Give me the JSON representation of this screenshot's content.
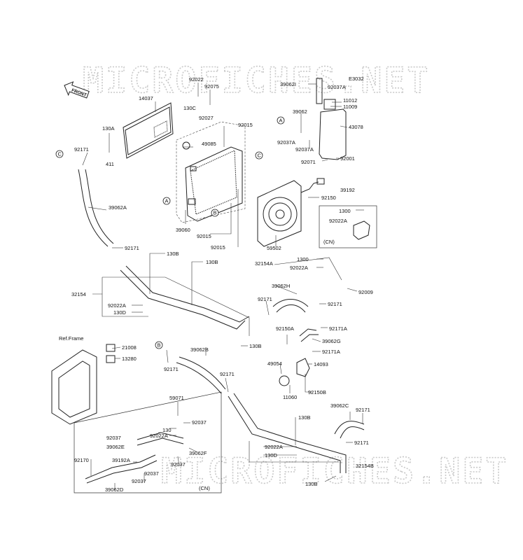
{
  "watermark": "MICROFICHES.NET",
  "front_label": "FRONT",
  "callouts": {
    "a": "A",
    "b": "B",
    "c": "C"
  },
  "ref_frame": "Ref.Frame",
  "cn_label": "(CN)",
  "labels": {
    "l14037": "14037",
    "l92022": "92022",
    "l92075": "92075",
    "l130c": "130C",
    "l92027": "92027",
    "l92015a": "92015",
    "l49085": "49085",
    "l130a": "130A",
    "l411": "411",
    "l92171a": "92171",
    "l39062a": "39062A",
    "l39060": "39060",
    "l92015b": "92015",
    "l92015c": "92015",
    "l59502": "59502",
    "l92150": "92150",
    "l39062": "39062",
    "l92037a_1": "92037A",
    "l92037a_2": "92037A",
    "l92071": "92071",
    "l92001": "92001",
    "l43078": "43078",
    "l11012": "11012",
    "l11009": "11009",
    "l39062i": "39062I",
    "l92037a_3": "92037A",
    "le3032": "E3032",
    "l39192": "39192",
    "l1300_a": "1300",
    "l92022a_a": "92022A",
    "l92171b": "92171",
    "l130b_a": "130B",
    "l130b_b": "130B",
    "l32154": "32154",
    "l92022a_b": "92022A",
    "l130d_a": "130D",
    "l32154a": "32154A",
    "l1300_b": "1300",
    "l92022a_c": "92022A",
    "l92009": "92009",
    "l39062h": "39062H",
    "l92171c": "92171",
    "l92171d": "92171",
    "l92171a_2": "92171A",
    "l92150a": "92150A",
    "l39062g": "39062G",
    "l92171a_3": "92171A",
    "l130b_c": "130B",
    "l49054": "49054",
    "l14093": "14093",
    "l11060": "11060",
    "l92150b": "92150B",
    "l21008": "21008",
    "l13280": "13280",
    "l39062b": "39062B",
    "l92171e": "92171",
    "l92171f": "92171",
    "l59071": "59071",
    "l92037_a": "92037",
    "l130_a": "130",
    "l92037_b": "92037",
    "l92022a_d": "92022A",
    "l39062e": "39062E",
    "l39062f": "39062F",
    "l92170": "92170",
    "l39192a": "39192A",
    "l92037_c": "92037",
    "l92037_d": "92037",
    "l39062d": "39062D",
    "l39062c": "39062C",
    "l92171g": "92171",
    "l92171h": "92171",
    "l130b_d": "130B",
    "l92022a_e": "92022A",
    "l130d_b": "130D",
    "l32154b": "32154B",
    "l130b_e": "130B"
  }
}
